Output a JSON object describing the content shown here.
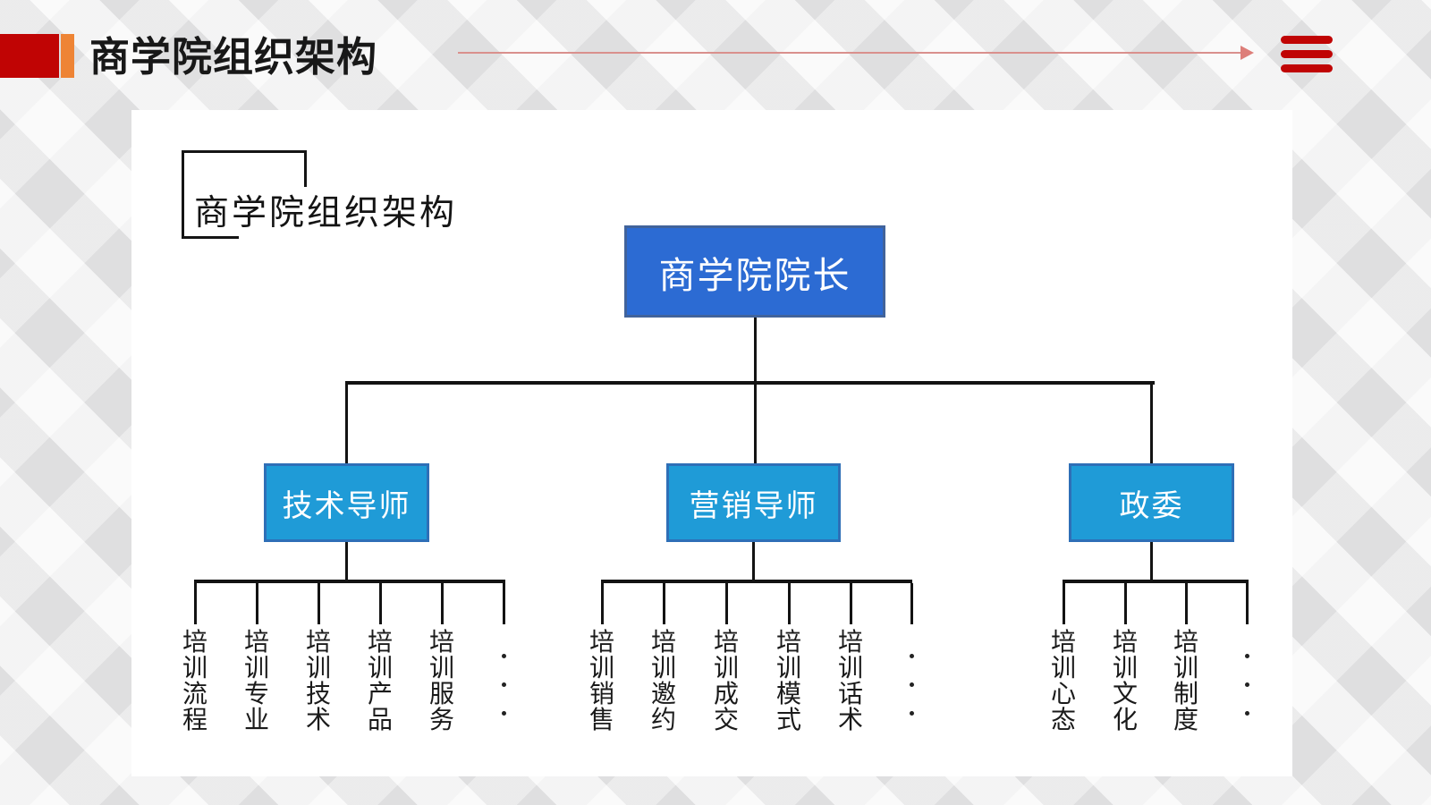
{
  "slide": {
    "header": {
      "title": "商学院组织架构",
      "menu_icon": "hamburger-icon"
    },
    "panel_label": "商学院组织架构"
  },
  "colors": {
    "accent_red": "#C00404",
    "accent_orange": "#EE8435",
    "arrow_red": "#D9908D",
    "root_fill": "#2C6BD3",
    "root_border": "#41639B",
    "branch_fill": "#1F9BD7",
    "branch_border": "#2E6FB7",
    "connector": "#131313"
  },
  "org_chart": {
    "type": "tree",
    "root": "商学院院长",
    "groups": [
      {
        "branch": "技术导师",
        "leaves": [
          "培训流程",
          "培训专业",
          "培训技术",
          "培训产品",
          "培训服务",
          "..."
        ]
      },
      {
        "branch": "营销导师",
        "leaves": [
          "培训销售",
          "培训邀约",
          "培训成交",
          "培训模式",
          "培训话术",
          "..."
        ]
      },
      {
        "branch": "政委",
        "leaves": [
          "培训心态",
          "培训文化",
          "培训制度",
          "..."
        ]
      }
    ]
  }
}
